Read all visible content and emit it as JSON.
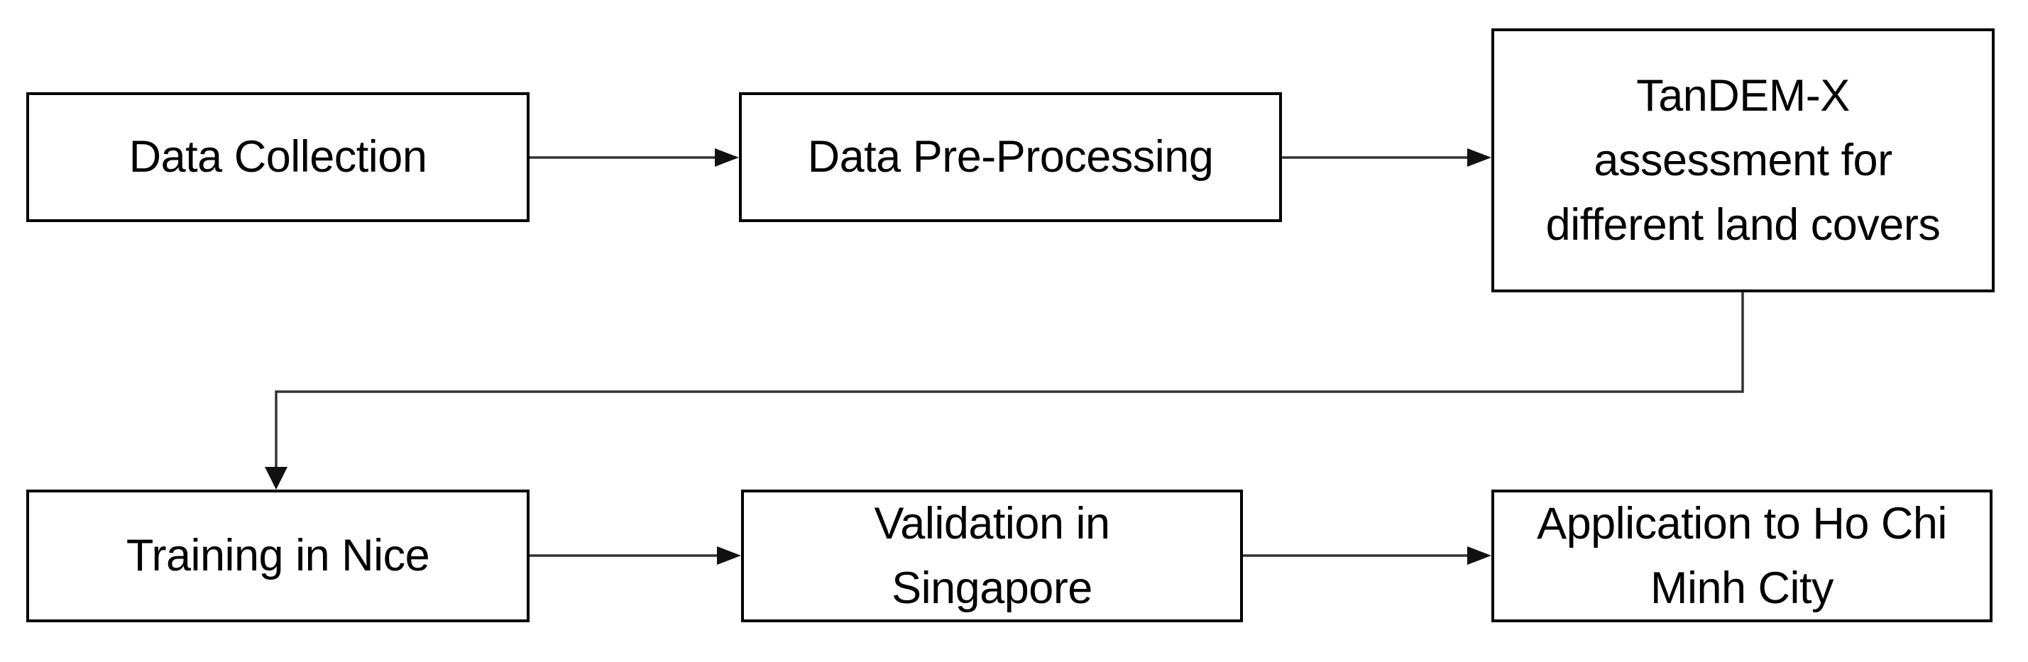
{
  "diagram": {
    "type": "flowchart",
    "background_color": "#ffffff",
    "box_fill_color": "#ffffff",
    "box_border_color": "#000000",
    "text_color": "#000000",
    "connector_color": "#333333",
    "boxes": [
      {
        "id": "data-collection",
        "label": "Data Collection",
        "lines": [
          "Data Collection"
        ]
      },
      {
        "id": "data-pre-processing",
        "label": "Data Pre-Processing",
        "lines": [
          "Data Pre-Processing"
        ]
      },
      {
        "id": "tandem-x-assessment",
        "label": "TanDEM-X assessment for different land covers",
        "lines": [
          "TanDEM-X",
          "assessment for",
          "different land covers"
        ]
      },
      {
        "id": "training-in-nice",
        "label": "Training in Nice",
        "lines": [
          "Training in Nice"
        ]
      },
      {
        "id": "validation-in-singapore",
        "label": "Validation in Singapore",
        "lines": [
          "Validation in",
          "Singapore"
        ]
      },
      {
        "id": "application-to-ho-chi-minh-city",
        "label": "Application to Ho Chi Minh City",
        "lines": [
          "Application to Ho Chi",
          "Minh City"
        ]
      }
    ],
    "connections": [
      {
        "from": "data-collection",
        "to": "data-pre-processing",
        "style": "arrow-right"
      },
      {
        "from": "data-pre-processing",
        "to": "tandem-x-assessment",
        "style": "arrow-right"
      },
      {
        "from": "tandem-x-assessment",
        "to": "training-in-nice",
        "style": "elbow-down-left-down"
      },
      {
        "from": "training-in-nice",
        "to": "validation-in-singapore",
        "style": "arrow-right"
      },
      {
        "from": "validation-in-singapore",
        "to": "application-to-ho-chi-minh-city",
        "style": "arrow-right"
      }
    ]
  }
}
